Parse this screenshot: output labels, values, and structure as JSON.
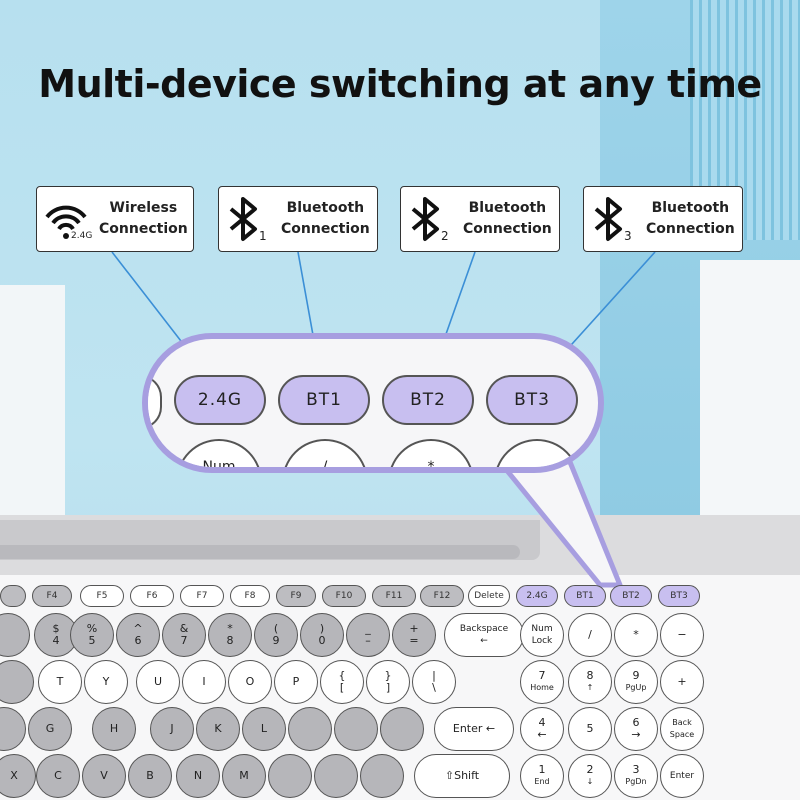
{
  "headline": "Multi-device switching at any time",
  "labels": [
    {
      "icon": "wifi-icon",
      "badge": "2.4G",
      "line1": "Wireless",
      "line2": "Connection"
    },
    {
      "icon": "bluetooth-icon",
      "badge": "1",
      "line1": "Bluetooth",
      "line2": "Connection"
    },
    {
      "icon": "bluetooth-icon",
      "badge": "2",
      "line1": "Bluetooth",
      "line2": "Connection"
    },
    {
      "icon": "bluetooth-icon",
      "badge": "3",
      "line1": "Bluetooth",
      "line2": "Connection"
    }
  ],
  "zoom_keys": [
    "2.4G",
    "BT1",
    "BT2",
    "BT3"
  ],
  "zoom_round": [
    "Num",
    "/",
    "*",
    ""
  ],
  "fkeys": [
    "F4",
    "F5",
    "F6",
    "F7",
    "F8",
    "F9",
    "F10",
    "F11",
    "F12",
    "Delete",
    "2.4G",
    "BT1",
    "BT2",
    "BT3"
  ],
  "row1": [
    [
      "$",
      "4"
    ],
    [
      "%",
      "5"
    ],
    [
      "^",
      "6"
    ],
    [
      "&",
      "7"
    ],
    [
      "*",
      "8"
    ],
    [
      "(",
      "9"
    ],
    [
      ")",
      "0"
    ],
    [
      "_",
      "–"
    ],
    [
      "+",
      "="
    ]
  ],
  "row1_right": {
    "backspace": "Backspace",
    "numlock_a": "Num",
    "numlock_b": "Lock",
    "slash": "/",
    "star": "*",
    "minus": "−"
  },
  "row2": [
    "T",
    "Y",
    "U",
    "I",
    "O",
    "P"
  ],
  "row2_brackets": [
    [
      "{",
      "["
    ],
    [
      "}",
      "]"
    ],
    [
      "|",
      "\\"
    ]
  ],
  "row2_right": [
    [
      "7",
      "Home"
    ],
    [
      "8",
      "↑"
    ],
    [
      "9",
      "PgUp"
    ],
    [
      "+",
      ""
    ]
  ],
  "row3": [
    "G",
    "H",
    "J",
    "K",
    "L"
  ],
  "row3_right": {
    "enter": "Enter",
    "k4": [
      "4",
      "←"
    ],
    "k5": [
      "5",
      ""
    ],
    "k6": [
      "6",
      "→"
    ],
    "back": "Back",
    "space": "Space"
  },
  "row4": [
    "X",
    "C",
    "V",
    "B",
    "N",
    "M"
  ],
  "row4_right": {
    "shift": "Shift",
    "k1": [
      "1",
      "End"
    ],
    "k2": [
      "2",
      "↓"
    ],
    "k3": [
      "3",
      "PgDn"
    ],
    "enter": "Enter"
  },
  "colors": {
    "accent": "#c8bff0",
    "zoom_border": "#a79ee0",
    "line": "#3b8fd6"
  }
}
